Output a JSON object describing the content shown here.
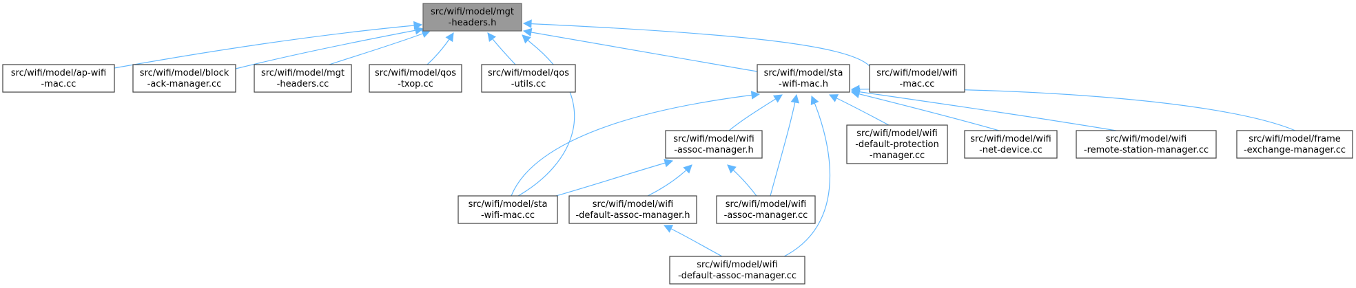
{
  "graph": {
    "nodes": [
      {
        "id": "mgt_headers_h",
        "lines": [
          "src/wifi/model/mgt",
          "-headers.h"
        ],
        "highlight": true
      },
      {
        "id": "ap_wifi_mac_cc",
        "lines": [
          "src/wifi/model/ap-wifi",
          "-mac.cc"
        ]
      },
      {
        "id": "block_ack_manager_cc",
        "lines": [
          "src/wifi/model/block",
          "-ack-manager.cc"
        ]
      },
      {
        "id": "mgt_headers_cc",
        "lines": [
          "src/wifi/model/mgt",
          "-headers.cc"
        ]
      },
      {
        "id": "qos_txop_cc",
        "lines": [
          "src/wifi/model/qos",
          "-txop.cc"
        ]
      },
      {
        "id": "qos_utils_cc",
        "lines": [
          "src/wifi/model/qos",
          "-utils.cc"
        ]
      },
      {
        "id": "sta_wifi_mac_h",
        "lines": [
          "src/wifi/model/sta",
          "-wifi-mac.h"
        ]
      },
      {
        "id": "wifi_mac_cc",
        "lines": [
          "src/wifi/model/wifi",
          "-mac.cc"
        ]
      },
      {
        "id": "wifi_assoc_manager_h",
        "lines": [
          "src/wifi/model/wifi",
          "-assoc-manager.h"
        ]
      },
      {
        "id": "wifi_default_protection_manager_cc",
        "lines": [
          "src/wifi/model/wifi",
          "-default-protection",
          "-manager.cc"
        ]
      },
      {
        "id": "wifi_net_device_cc",
        "lines": [
          "src/wifi/model/wifi",
          "-net-device.cc"
        ]
      },
      {
        "id": "wifi_remote_station_manager_cc",
        "lines": [
          "src/wifi/model/wifi",
          "-remote-station-manager.cc"
        ]
      },
      {
        "id": "frame_exchange_manager_cc",
        "lines": [
          "src/wifi/model/frame",
          "-exchange-manager.cc"
        ]
      },
      {
        "id": "sta_wifi_mac_cc",
        "lines": [
          "src/wifi/model/sta",
          "-wifi-mac.cc"
        ]
      },
      {
        "id": "wifi_default_assoc_manager_h",
        "lines": [
          "src/wifi/model/wifi",
          "-default-assoc-manager.h"
        ]
      },
      {
        "id": "wifi_assoc_manager_cc",
        "lines": [
          "src/wifi/model/wifi",
          "-assoc-manager.cc"
        ]
      },
      {
        "id": "wifi_default_assoc_manager_cc",
        "lines": [
          "src/wifi/model/wifi",
          "-default-assoc-manager.cc"
        ]
      }
    ],
    "edges": [
      {
        "from": "ap_wifi_mac_cc",
        "to": "mgt_headers_h"
      },
      {
        "from": "block_ack_manager_cc",
        "to": "mgt_headers_h"
      },
      {
        "from": "mgt_headers_cc",
        "to": "mgt_headers_h"
      },
      {
        "from": "qos_txop_cc",
        "to": "mgt_headers_h"
      },
      {
        "from": "qos_utils_cc",
        "to": "mgt_headers_h"
      },
      {
        "from": "sta_wifi_mac_cc",
        "to": "mgt_headers_h"
      },
      {
        "from": "sta_wifi_mac_h",
        "to": "mgt_headers_h"
      },
      {
        "from": "wifi_mac_cc",
        "to": "mgt_headers_h"
      },
      {
        "from": "wifi_assoc_manager_h",
        "to": "sta_wifi_mac_h"
      },
      {
        "from": "sta_wifi_mac_cc",
        "to": "sta_wifi_mac_h"
      },
      {
        "from": "wifi_assoc_manager_cc",
        "to": "sta_wifi_mac_h"
      },
      {
        "from": "wifi_default_assoc_manager_cc",
        "to": "sta_wifi_mac_h"
      },
      {
        "from": "wifi_default_protection_manager_cc",
        "to": "sta_wifi_mac_h"
      },
      {
        "from": "wifi_net_device_cc",
        "to": "sta_wifi_mac_h"
      },
      {
        "from": "wifi_remote_station_manager_cc",
        "to": "sta_wifi_mac_h"
      },
      {
        "from": "frame_exchange_manager_cc",
        "to": "sta_wifi_mac_h"
      },
      {
        "from": "sta_wifi_mac_cc",
        "to": "wifi_assoc_manager_h"
      },
      {
        "from": "wifi_default_assoc_manager_h",
        "to": "wifi_assoc_manager_h"
      },
      {
        "from": "wifi_assoc_manager_cc",
        "to": "wifi_assoc_manager_h"
      },
      {
        "from": "wifi_default_assoc_manager_cc",
        "to": "wifi_default_assoc_manager_h"
      }
    ],
    "colors": {
      "edge": "#63b8ff",
      "root_fill": "#999999",
      "node_border": "#404040"
    }
  }
}
